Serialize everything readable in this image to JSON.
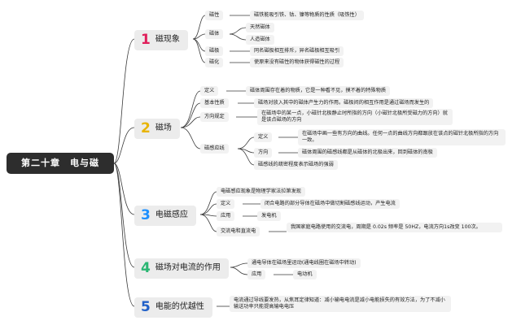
{
  "root": "第二十章　电与磁",
  "sections": [
    {
      "num": "1",
      "title": "磁现象",
      "items": [
        {
          "label": "磁性",
          "text": "磁铁能吸引铁、钴、镍等物质的性质（吸铁性）"
        },
        {
          "label": "磁体",
          "children": [
            "天然磁体",
            "人造磁体"
          ]
        },
        {
          "label": "磁极",
          "text": "同名磁极相互排斥，异名磁极相互吸引"
        },
        {
          "label": "磁化",
          "text": "使原来没有磁性的物体获得磁性的过程"
        }
      ]
    },
    {
      "num": "2",
      "title": "磁场",
      "items": [
        {
          "label": "定义",
          "text": "磁体周围存在着的物质，它是一种看不见，摸不着的特殊物质"
        },
        {
          "label": "基本性质",
          "text": "磁场对放入其中的磁体产生力的作用。磁极间的相互作用是通过磁场而发生的"
        },
        {
          "label": "方向规定",
          "text": "在磁场中的某一点，小磁针北极静止时所指的方向（小磁针北极所受磁力的方向）就是该点磁场的方向"
        },
        {
          "label": "磁感应线",
          "children": [
            {
              "label": "定义",
              "text": "在磁场中画一些有方向的曲线。任何一点的曲线方向都跟放在该点的磁针北极所指的方向一致。"
            },
            {
              "label": "方向",
              "text": "磁体周围的磁感线都是从磁体的北极出来，回到磁体的南极"
            },
            {
              "text": "磁感线的疏密程度表示磁场的强弱"
            }
          ]
        }
      ]
    },
    {
      "num": "3",
      "title": "电磁感应",
      "items": [
        {
          "text": "电磁感应现象是物理学家法拉第发现"
        },
        {
          "label": "定义",
          "text": "闭合电路的部分导体在磁场中做切割磁感线运动，产生电流"
        },
        {
          "label": "应用",
          "text": "发电机"
        },
        {
          "label": "交流电和直流电",
          "text": "我国家庭电路使用的交流电，周期是 0.02s 频率是 50HZ，电流方向1s改变 100次。"
        }
      ]
    },
    {
      "num": "4",
      "title": "磁场对电流的作用",
      "items": [
        {
          "text": "通电导体在磁场里运动(通电线圈在磁场中转动)"
        },
        {
          "label": "应用",
          "text": "电动机"
        }
      ]
    },
    {
      "num": "5",
      "title": "电能的优越性",
      "items": [
        {
          "text": "电流通过导线要发热，从焦耳定律知道：减小输电电流是减小电能损失的有效方法，为了不减小输送功率只能提高输电电压"
        }
      ]
    }
  ]
}
